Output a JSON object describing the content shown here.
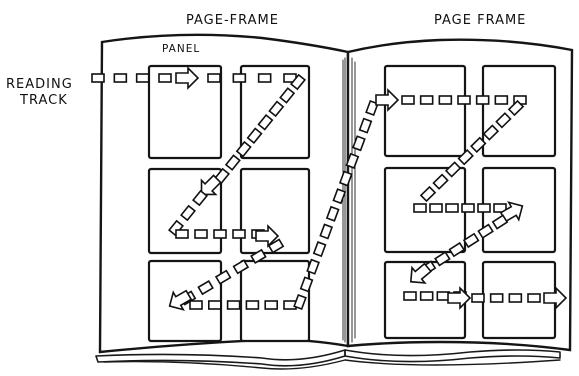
{
  "labels": {
    "page_frame_left": "PAGE-FRAME",
    "page_frame_right": "PAGE FRAME",
    "panel": "PANEL",
    "reading_track_line1": "READING",
    "reading_track_line2": "TRACK"
  }
}
